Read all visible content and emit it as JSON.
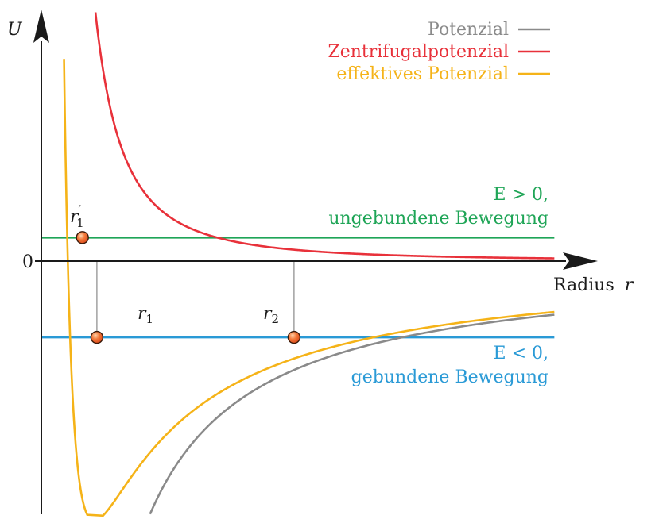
{
  "chart_data": {
    "type": "line",
    "axes": {
      "y_label": "U",
      "x_label": "Radius",
      "x_symbol": "r",
      "zero_label": "0"
    },
    "legend": {
      "placement": "top-right",
      "items": [
        {
          "name": "Potenzial",
          "color": "#8a8a8a"
        },
        {
          "name": "Zentrifugalpotenzial",
          "color": "#e8313a"
        },
        {
          "name": "effektives Potenzial",
          "color": "#f5b318"
        }
      ]
    },
    "curves": {
      "A": 2.3,
      "B": 0.4
    },
    "energy_levels": [
      {
        "name": "E>0",
        "value": 0.3,
        "color": "#1fa557",
        "label_top": "E > 0,",
        "label_bottom": "ungebundene Bewegung"
      },
      {
        "name": "E<0",
        "value": -0.97,
        "color": "#2a9ad6",
        "label_top": "E < 0,",
        "label_bottom": "gebundene Bewegung"
      }
    ],
    "points": [
      {
        "name": "r1_prime",
        "label": "r",
        "sub": "1",
        "prime": true,
        "r": 0.27,
        "E": 0.3
      },
      {
        "name": "r1",
        "label": "r",
        "sub": "1",
        "prime": false,
        "r": 0.365,
        "E": -0.97
      },
      {
        "name": "r2",
        "label": "r",
        "sub": "2",
        "prime": false,
        "r": 1.66,
        "E": -0.97
      }
    ],
    "point_color": "#f26a2a"
  }
}
